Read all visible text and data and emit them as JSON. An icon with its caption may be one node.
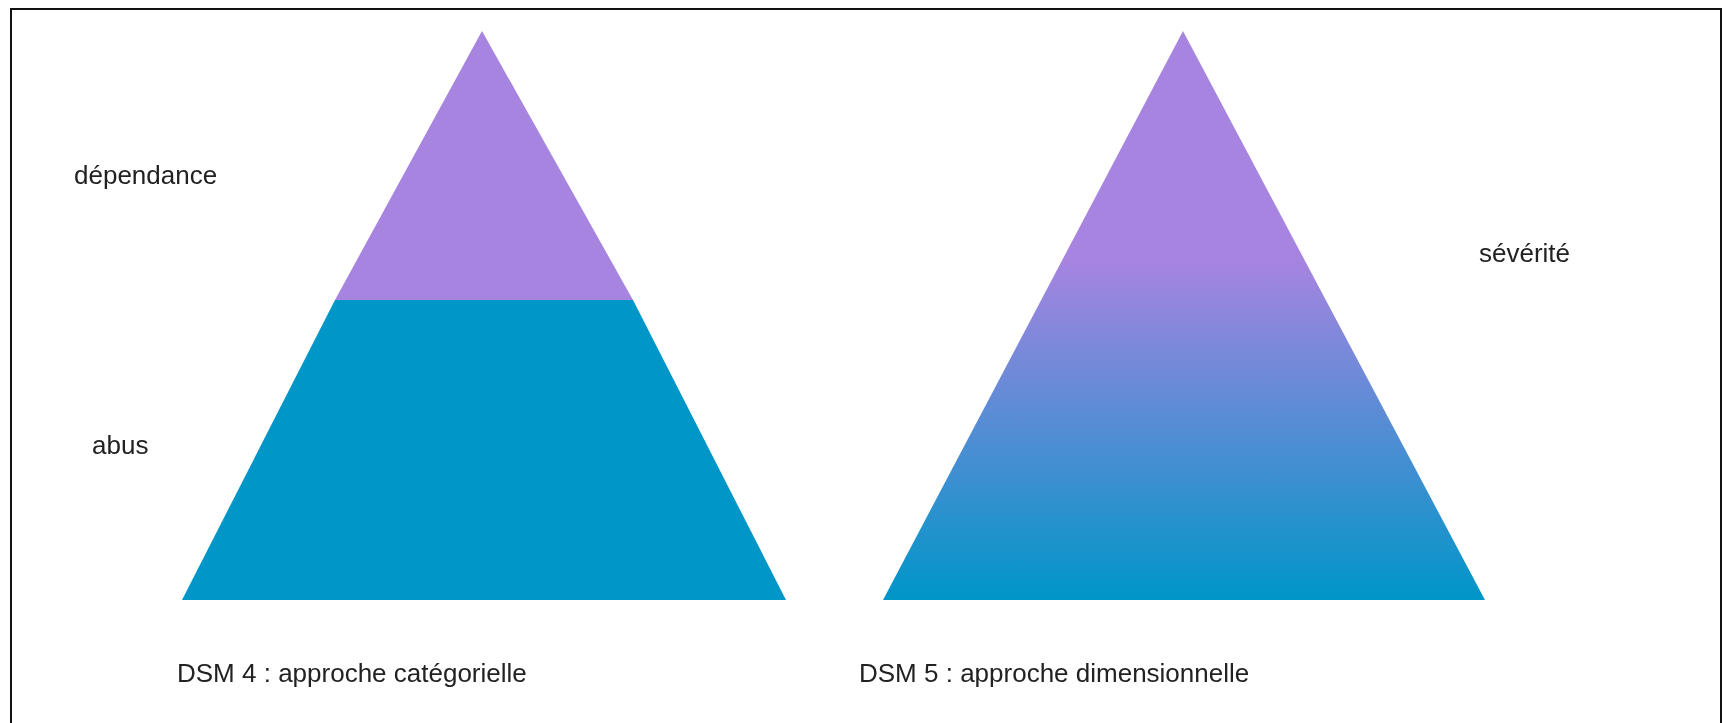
{
  "diagram": {
    "nodes": [
      {
        "text": [],
        "shape": "triangle"
      },
      {
        "text": [],
        "shape": "trapezoid",
        "beside": [
          "abus"
        ]
      },
      {
        "text": [],
        "shape": "triangle",
        "beside": [
          "sévérité"
        ]
      }
    ],
    "labels": [
      "dépendance",
      "DSM 4 : approche catégorielle",
      "DSM 5 : approche dimensionnelle"
    ]
  }
}
